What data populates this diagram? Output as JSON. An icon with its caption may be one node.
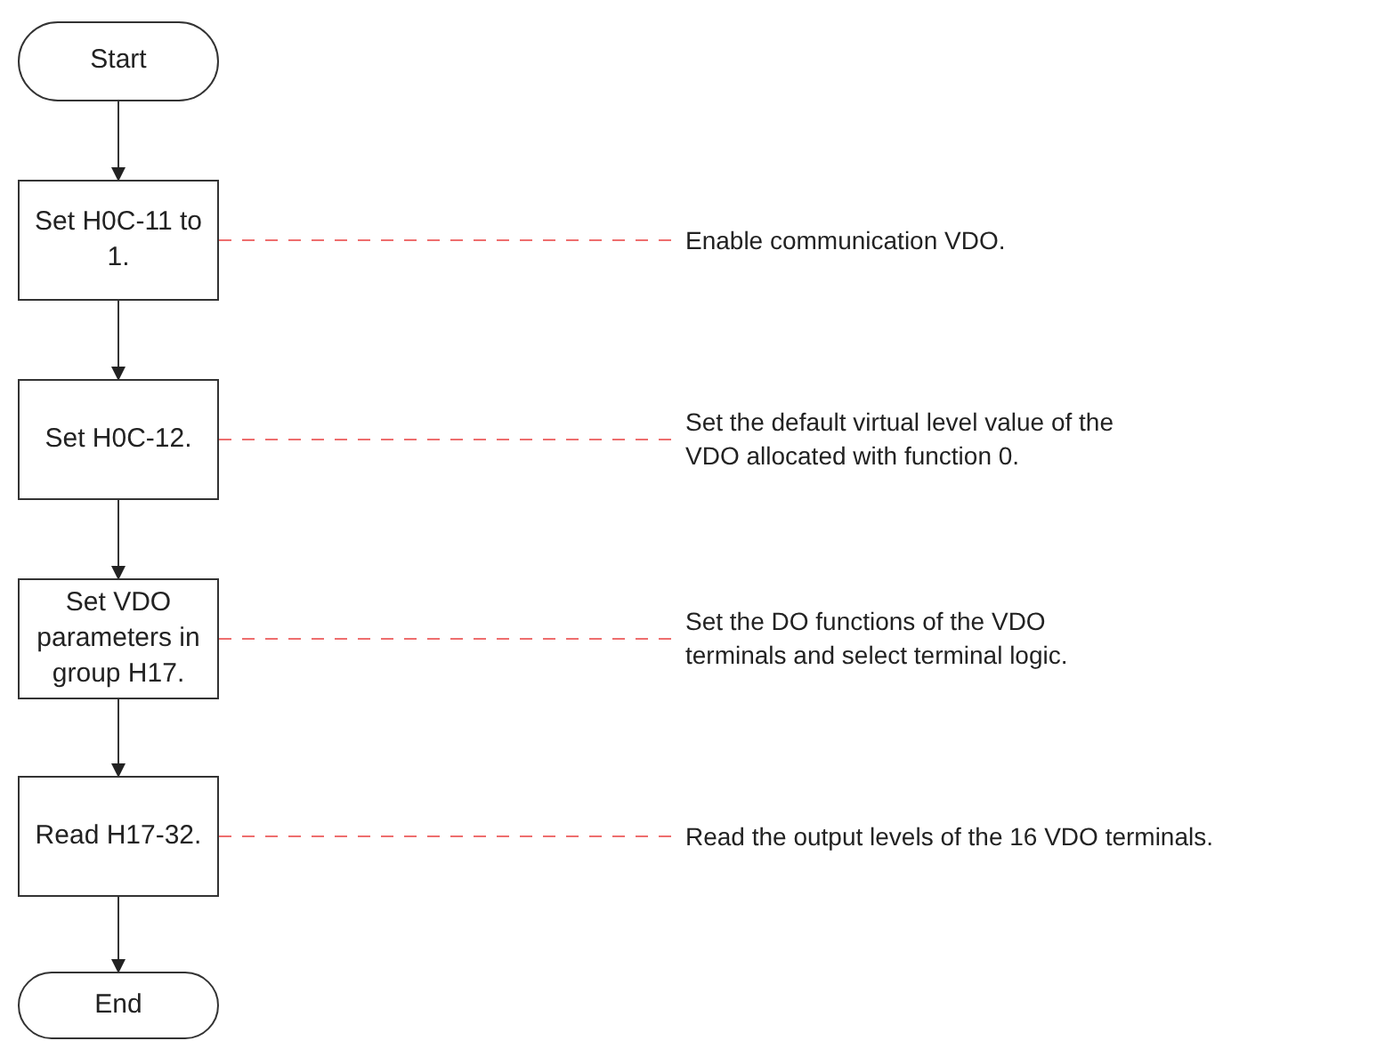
{
  "diagram": {
    "nodes": [
      {
        "text": [
          "Start"
        ]
      },
      {
        "text": [
          "Set H0C-11 to 1."
        ]
      },
      {
        "text": [
          "Set H0C-12."
        ]
      },
      {
        "text": [
          "Set VDO parameters in group H17."
        ]
      },
      {
        "text": [
          "Read H17-32."
        ]
      },
      {
        "text": [
          "End"
        ]
      },
      {
        "text": [
          "Enable communication VDO."
        ]
      },
      {
        "text": [
          "Set the default virtual level value of the VDO allocated with function 0."
        ]
      },
      {
        "text": [
          "Set the DO functions of the VDO terminals and select terminal logic."
        ]
      },
      {
        "text": [
          "Read the output levels of the 16 VDO terminals."
        ]
      }
    ],
    "edges": [
      {
        "from": 0,
        "to": 1,
        "arrow": "to"
      },
      {
        "from": 1,
        "to": 2,
        "arrow": "to"
      },
      {
        "from": 2,
        "to": 3,
        "arrow": "to"
      },
      {
        "from": 3,
        "to": 4,
        "arrow": "to"
      },
      {
        "from": 4,
        "to": 5,
        "arrow": "to"
      },
      {
        "from": 1,
        "to": 6,
        "arrow": "none",
        "style": "dashed",
        "color": "#ee6e6e"
      },
      {
        "from": 2,
        "to": 7,
        "arrow": "none",
        "style": "dashed",
        "color": "#ee6e6e"
      },
      {
        "from": 3,
        "to": 8,
        "arrow": "none",
        "style": "dashed",
        "color": "#ee6e6e"
      },
      {
        "from": 4,
        "to": 9,
        "arrow": "none",
        "style": "dashed",
        "color": "#ee6e6e"
      }
    ]
  }
}
